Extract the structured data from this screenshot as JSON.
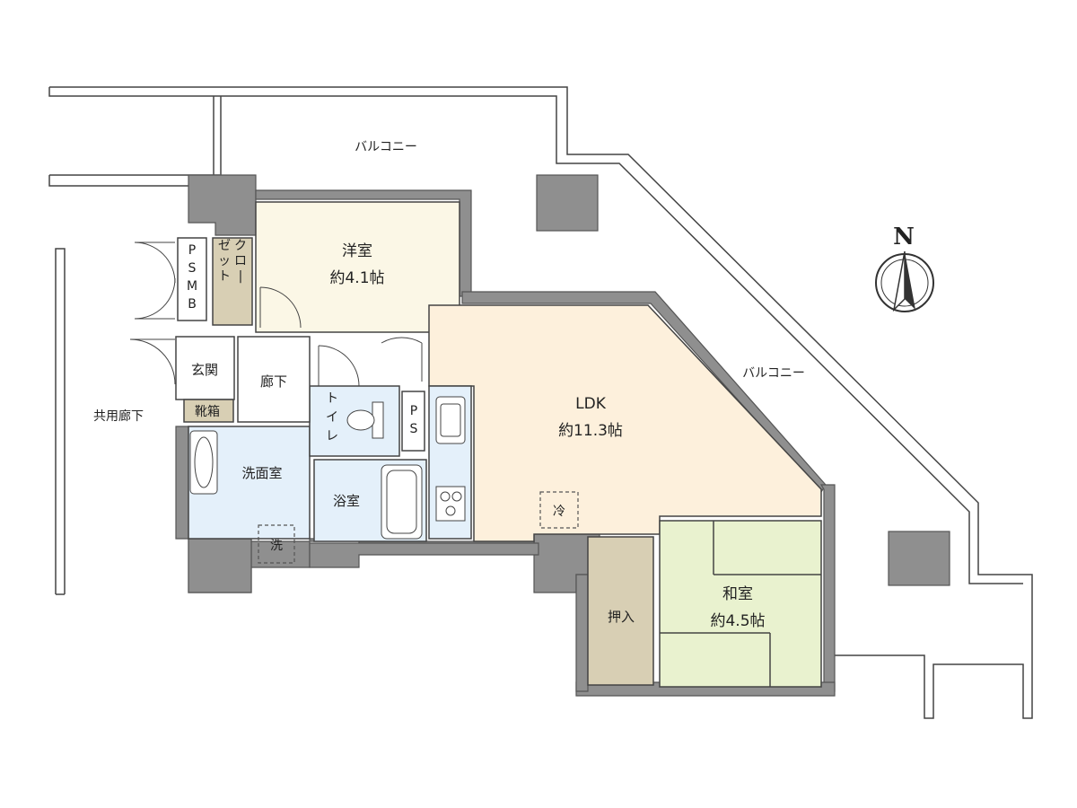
{
  "rooms": {
    "western": {
      "name": "洋室",
      "size": "約4.1帖",
      "color": "#fbf7e6"
    },
    "ldk": {
      "name": "LDK",
      "size": "約11.3帖",
      "color": "#fdf0dc"
    },
    "japanese": {
      "name": "和室",
      "size": "約4.5帖",
      "color": "#e9f2cf"
    },
    "washroom": {
      "name": "洗面室",
      "color": "#e4f0fa"
    },
    "bathroom": {
      "name": "浴室",
      "color": "#e4f0fa"
    },
    "toilet": {
      "name": "トイレ"
    },
    "entrance": {
      "name": "玄関"
    },
    "hallway": {
      "name": "廊下"
    },
    "shoe_box": {
      "name": "靴箱",
      "color": "#d8cfb4"
    },
    "closet": {
      "name": "クローゼット",
      "color": "#d8cfb4"
    },
    "oshiire": {
      "name": "押入",
      "color": "#d8cfb4"
    }
  },
  "labels": {
    "balcony_top": "バルコニー",
    "balcony_right": "バルコニー",
    "common_corridor": "共用廊下",
    "psmb": "PSMB",
    "ps": "PS",
    "washer": "洗",
    "fridge": "冷",
    "north": "N"
  },
  "colors": {
    "wall": "#8f8f8f",
    "wall_dark": "#555555"
  },
  "icons": [
    "compass-icon",
    "kitchen-sink-icon",
    "stove-icon",
    "bathtub-icon",
    "toilet-icon",
    "washbasin-icon"
  ]
}
